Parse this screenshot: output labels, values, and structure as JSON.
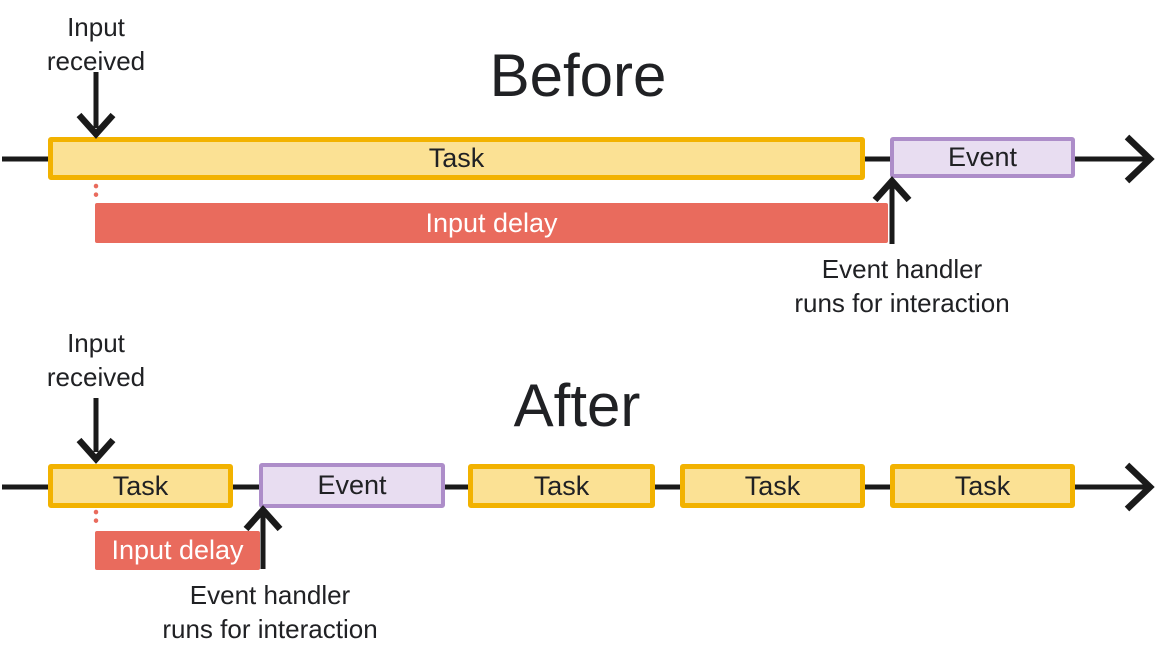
{
  "colors": {
    "task_fill": "#FBE194",
    "task_border": "#F2B200",
    "event_fill": "#E8DDF1",
    "event_border": "#AD8DC9",
    "delay_fill": "#E96B5D",
    "ink": "#1A1A1A",
    "text": "#202124"
  },
  "before": {
    "title": "Before",
    "input_received_label": "Input received",
    "task_label": "Task",
    "event_label": "Event",
    "input_delay_label": "Input delay",
    "event_handler_line1": "Event handler",
    "event_handler_line2": "runs for interaction"
  },
  "after": {
    "title": "After",
    "input_received_label": "Input received",
    "task_labels": [
      "Task",
      "Task",
      "Task",
      "Task"
    ],
    "event_label": "Event",
    "input_delay_label": "Input delay",
    "event_handler_line1": "Event handler",
    "event_handler_line2": "runs for interaction"
  }
}
